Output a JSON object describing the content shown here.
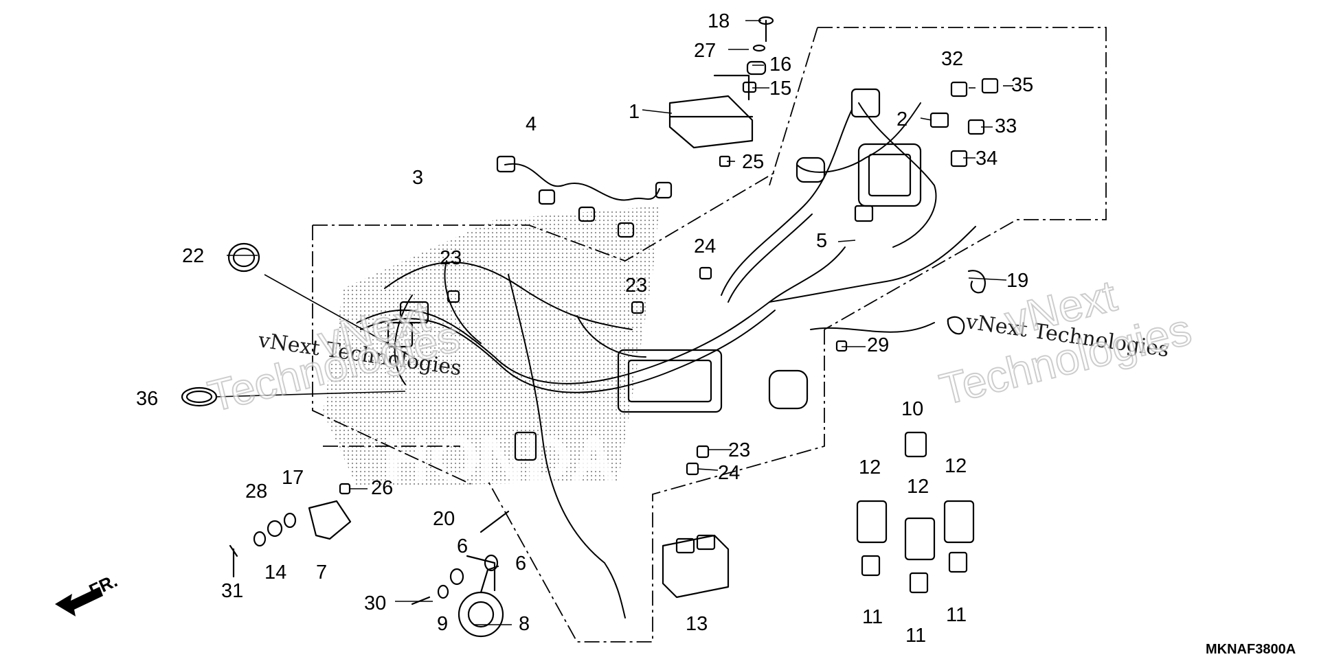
{
  "drawing_code": "MKNAF3800A",
  "watermark": {
    "line1": "vNext Technologies",
    "big_a": "vNext",
    "big_b": "Technologies"
  },
  "front_marker": "FR.",
  "background_logo": "HONDA",
  "callouts": {
    "n1": "1",
    "n2": "2",
    "n3": "3",
    "n4": "4",
    "n5": "5",
    "n6a": "6",
    "n6b": "6",
    "n7": "7",
    "n8": "8",
    "n9": "9",
    "n10": "10",
    "n11a": "11",
    "n11b": "11",
    "n11c": "11",
    "n12a": "12",
    "n12b": "12",
    "n12c": "12",
    "n13": "13",
    "n14": "14",
    "n15": "15",
    "n16": "16",
    "n17": "17",
    "n18": "18",
    "n19": "19",
    "n20": "20",
    "n22": "22",
    "n23a": "23",
    "n23b": "23",
    "n23c": "23",
    "n24a": "24",
    "n24b": "24",
    "n25": "25",
    "n26": "26",
    "n27": "27",
    "n28": "28",
    "n29": "29",
    "n30": "30",
    "n31": "31",
    "n32": "32",
    "n33": "33",
    "n34": "34",
    "n35": "35",
    "n36": "36"
  }
}
